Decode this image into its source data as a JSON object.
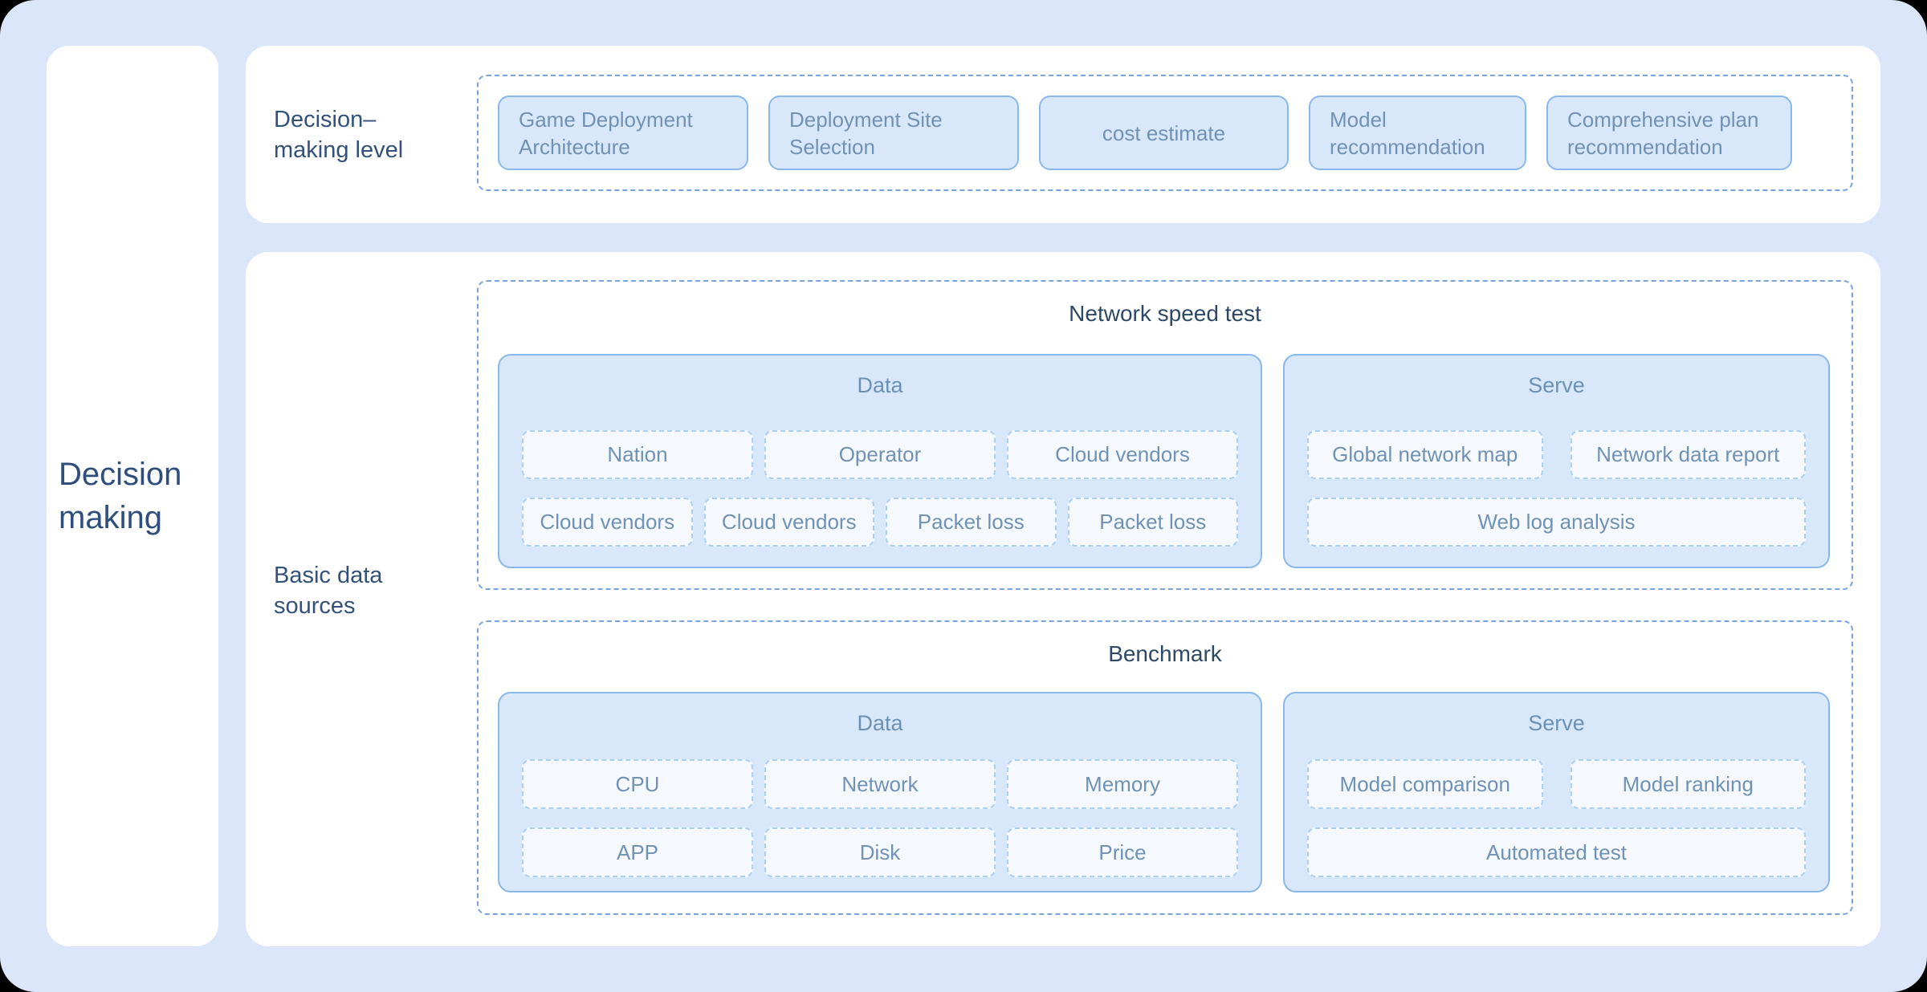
{
  "colors": {
    "canvas_bg": "#dbe6fa",
    "card_bg": "#ffffff",
    "box_fill": "#d8e8fa",
    "box_border": "#8ab8ea",
    "dashed_container_border": "#79a3de",
    "inner_cell_fill": "#f5f9fe",
    "inner_cell_border": "#aed0f0",
    "slate_text": "#7191b5",
    "navy_label": "#33517a",
    "navy_title": "#2e4866"
  },
  "sidebar": {
    "title_line1": "Decision",
    "title_line2": "making"
  },
  "decision_level": {
    "label_line1": "Decision–",
    "label_line2": "making level",
    "items": [
      "Game Deployment Architecture",
      "Deployment Site Selection",
      "cost estimate",
      "Model recommendation",
      "Comprehensive plan recommendation"
    ]
  },
  "basic_data": {
    "label_line1": "Basic data",
    "label_line2": "sources",
    "groups": [
      {
        "title": "Network speed test",
        "data_panel": {
          "title": "Data",
          "rows": [
            [
              "Nation",
              "Operator",
              "Cloud vendors"
            ],
            [
              "Cloud vendors",
              "Cloud vendors",
              "Packet loss",
              "Packet loss"
            ]
          ]
        },
        "serve_panel": {
          "title": "Serve",
          "rows": [
            [
              "Global network map",
              "Network data report"
            ],
            [
              "Web log analysis"
            ]
          ]
        }
      },
      {
        "title": "Benchmark",
        "data_panel": {
          "title": "Data",
          "rows": [
            [
              "CPU",
              "Network",
              "Memory"
            ],
            [
              "APP",
              "Disk",
              "Price"
            ]
          ]
        },
        "serve_panel": {
          "title": "Serve",
          "rows": [
            [
              "Model comparison",
              "Model ranking"
            ],
            [
              "Automated test"
            ]
          ]
        }
      }
    ]
  }
}
